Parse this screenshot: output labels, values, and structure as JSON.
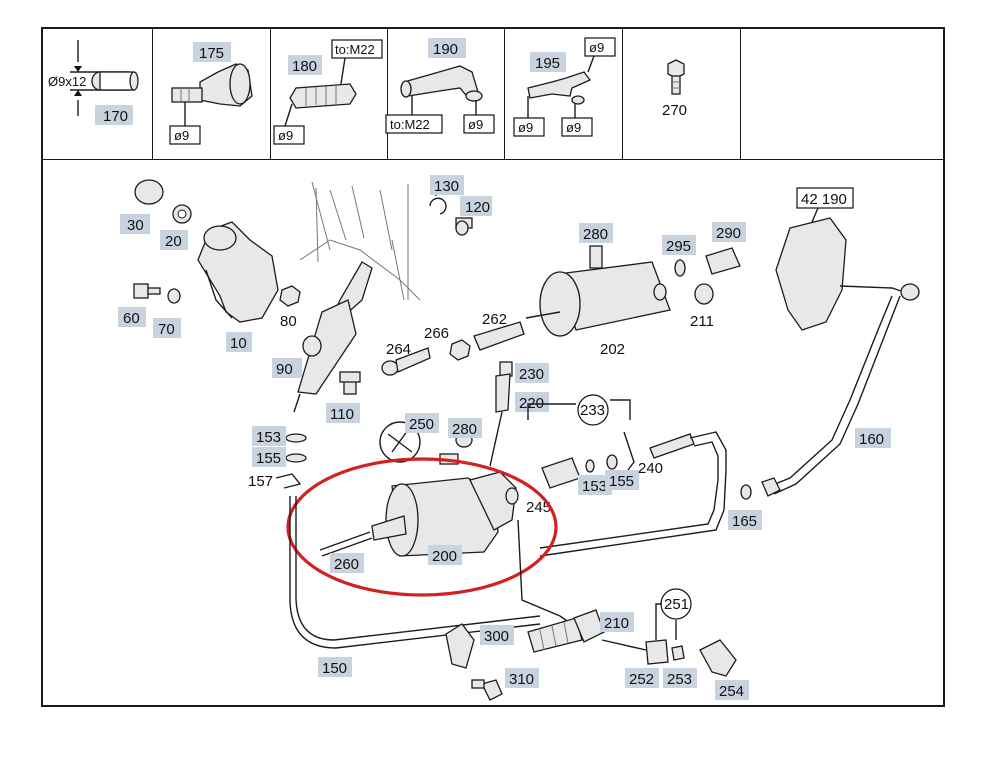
{
  "header": {
    "cells": [
      {
        "part": "170",
        "dim": "Ø9x12"
      },
      {
        "part": "175",
        "dim": "ø9"
      },
      {
        "part": "180",
        "dim": "ø9",
        "tag": "to:M22"
      },
      {
        "part": "190",
        "dim": "ø9",
        "tag": "to:M22"
      },
      {
        "part": "195",
        "dims": [
          "ø9",
          "ø9",
          "ø9"
        ]
      },
      {
        "part": "270"
      }
    ]
  },
  "callouts": {
    "c30": "30",
    "c20": "20",
    "c60": "60",
    "c70": "70",
    "c10": "10",
    "c80": "80",
    "c90": "90",
    "c110": "110",
    "c130": "130",
    "c120": "120",
    "c280a": "280",
    "c295": "295",
    "c290": "290",
    "c211": "211",
    "c202": "202",
    "c262": "262",
    "c264": "264",
    "c266": "266",
    "c42190": "42 190",
    "c160": "160",
    "c230": "230",
    "c220": "220",
    "c233": "233",
    "c240": "240",
    "c153a": "153",
    "c155a": "155",
    "c153b": "153",
    "c155b": "155",
    "c157": "157",
    "c250": "250",
    "c280b": "280",
    "c245": "245",
    "c165": "165",
    "c260": "260",
    "c200": "200",
    "c150": "150",
    "c300": "300",
    "c310": "310",
    "c210": "210",
    "c251": "251",
    "c252": "252",
    "c253": "253",
    "c254": "254"
  },
  "highlight": {
    "color": "#d32020",
    "target": "200"
  },
  "colors": {
    "label_bg": "#c9d3e0",
    "line": "#1c1c1c"
  }
}
